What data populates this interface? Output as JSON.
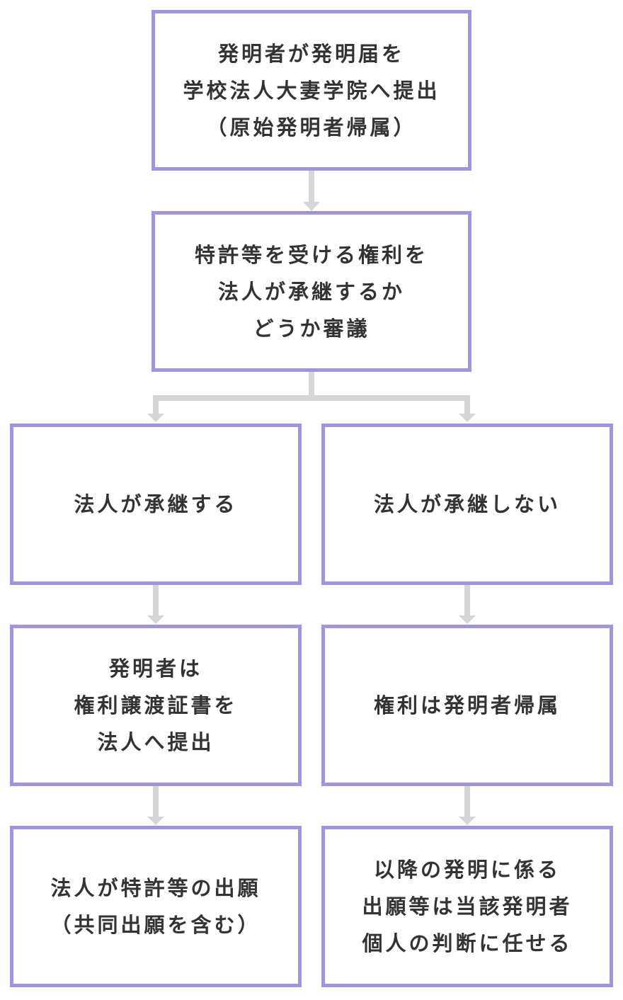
{
  "colors": {
    "border": "#a393dd",
    "connector": "#d6d6d6",
    "text": "#333333"
  },
  "nodes": {
    "submit": {
      "lines": [
        "発明者が発明届を",
        "学校法人大妻学院へ提出",
        "（原始発明者帰属）"
      ]
    },
    "review": {
      "lines": [
        "特許等を受ける権利を",
        "法人が承継するか",
        "どうか審議"
      ]
    },
    "inherit": {
      "lines": [
        "法人が承継する"
      ]
    },
    "not_inherit": {
      "lines": [
        "法人が承継しない"
      ]
    },
    "transfer": {
      "lines": [
        "発明者は",
        "権利譲渡証書を",
        "法人へ提出"
      ]
    },
    "inventor_owned": {
      "lines": [
        "権利は発明者帰属"
      ]
    },
    "corp_filing": {
      "lines": [
        "法人が特許等の出願",
        "（共同出願を含む）"
      ]
    },
    "individual": {
      "lines": [
        "以降の発明に係る",
        "出願等は当該発明者",
        "個人の判断に任せる"
      ]
    }
  }
}
